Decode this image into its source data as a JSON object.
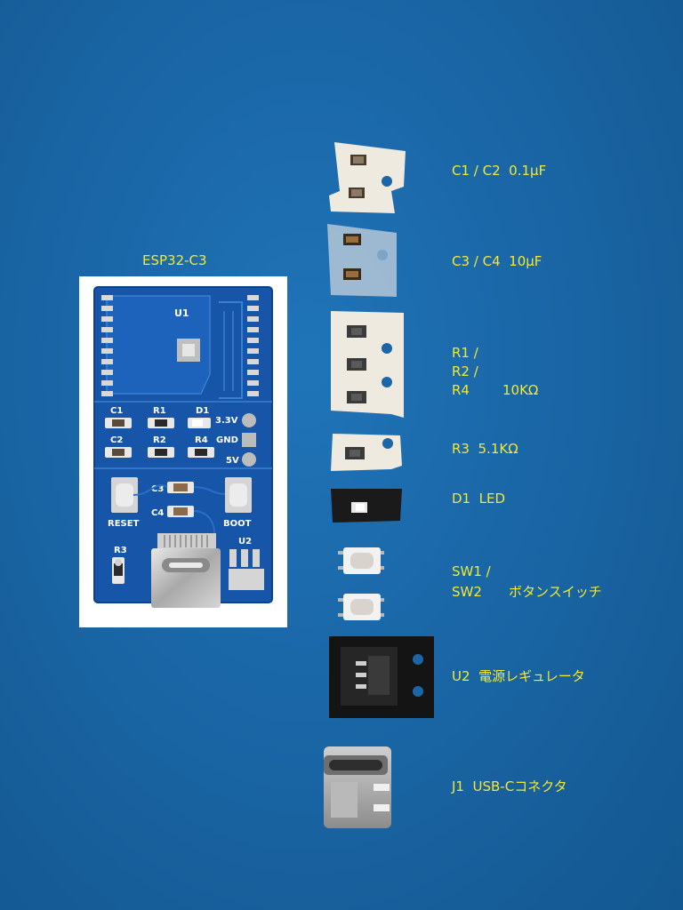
{
  "board": {
    "title": "ESP32-C3",
    "silkscreen": {
      "u1": "U1",
      "c1": "C1",
      "r1": "R1",
      "d1": "D1",
      "v33": "3.3V",
      "c2": "C2",
      "r2": "R2",
      "r4": "R4",
      "gnd": "GND",
      "v5": "5V",
      "c3": "C3",
      "c4": "C4",
      "reset": "RESET",
      "boot": "BOOT",
      "r3": "R3",
      "u2": "U2"
    }
  },
  "parts": [
    {
      "ref": "C1 / C2",
      "value": "0.1µF"
    },
    {
      "ref": "C3 / C4",
      "value": "10µF"
    },
    {
      "ref": "R1 /\nR2 /\nR4",
      "value": "10KΩ"
    },
    {
      "ref": "R3",
      "value": "5.1KΩ"
    },
    {
      "ref": "D1",
      "value": "LED"
    },
    {
      "ref": "SW1 /\nSW2",
      "value": "ボタンスイッチ"
    },
    {
      "ref": "U2",
      "value": "電源レギュレータ"
    },
    {
      "ref": "J1",
      "value": "USB-Cコネクタ"
    }
  ],
  "colors": {
    "background": "#1a66a6",
    "label_text": "#f3e92e",
    "pcb": "#1655a8",
    "pcb_pads": "#c9c9c9",
    "tape": "#efeae0"
  }
}
